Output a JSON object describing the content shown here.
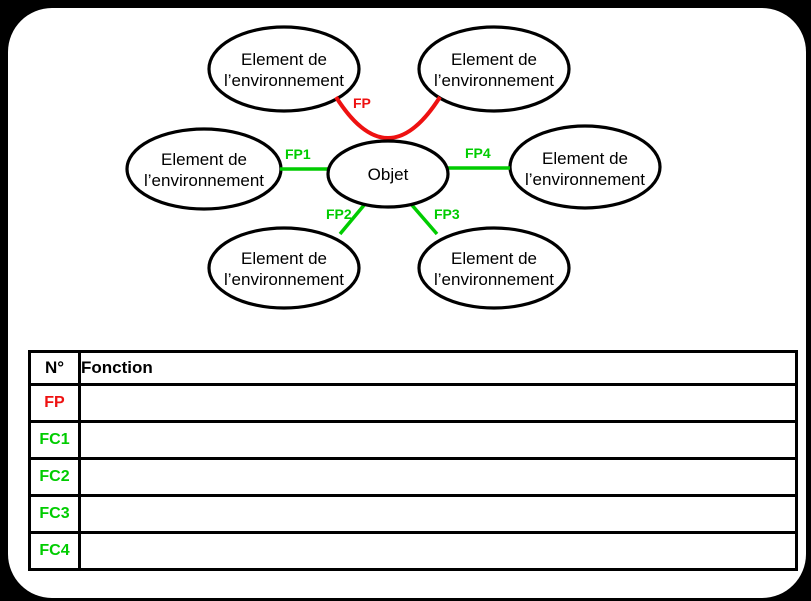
{
  "diagram": {
    "object_label": "Objet",
    "environment_label_line1": "Element de",
    "environment_label_line2": "l’environnement",
    "link_labels": {
      "fp": "FP",
      "fp1": "FP1",
      "fp2": "FP2",
      "fp3": "FP3",
      "fp4": "FP4"
    },
    "colors": {
      "principal_link": "#EE1111",
      "constraint_link": "#00CC00",
      "outline": "#000000"
    }
  },
  "table": {
    "headers": {
      "num": "N°",
      "fonction": "Fonction"
    },
    "num_colors": {
      "fp": "#EE1111",
      "fc": "#00CC00"
    },
    "rows": [
      {
        "num": "FP",
        "fonction": ""
      },
      {
        "num": "FC1",
        "fonction": ""
      },
      {
        "num": "FC2",
        "fonction": ""
      },
      {
        "num": "FC3",
        "fonction": ""
      },
      {
        "num": "FC4",
        "fonction": ""
      }
    ]
  }
}
